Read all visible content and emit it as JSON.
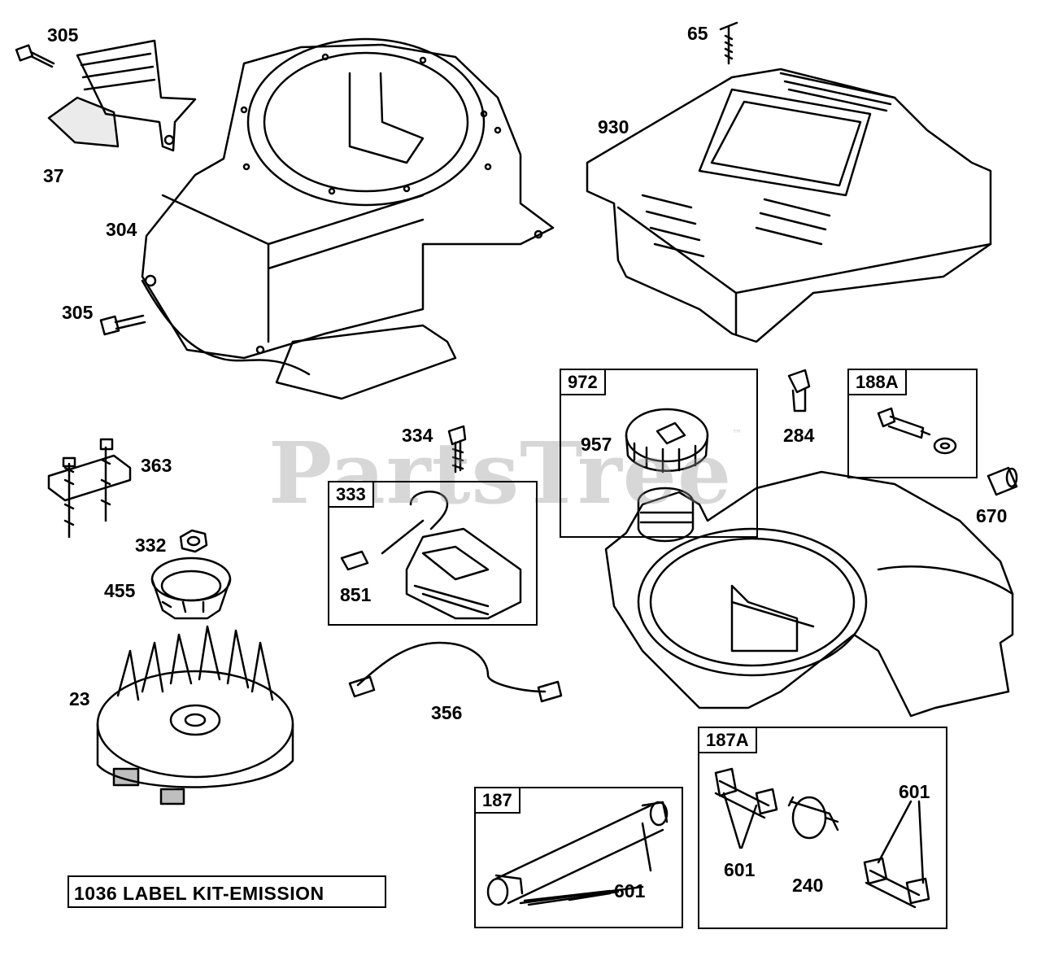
{
  "watermark": {
    "text": "PartsTree",
    "mark": "™"
  },
  "callouts": {
    "c305a": "305",
    "c37": "37",
    "c304": "304",
    "c305b": "305",
    "c65": "65",
    "c930": "930",
    "c284": "284",
    "c670": "670",
    "c363": "363",
    "c332": "332",
    "c455": "455",
    "c23": "23",
    "c334": "334",
    "c851": "851",
    "c356": "356",
    "c957": "957",
    "c601a": "601",
    "c601b": "601",
    "c601c": "601",
    "c240": "240"
  },
  "kits": {
    "k972": "972",
    "k188a": "188A",
    "k333": "333",
    "k187": "187",
    "k187a": "187A"
  },
  "label_kit": "1036 LABEL KIT-EMISSION"
}
